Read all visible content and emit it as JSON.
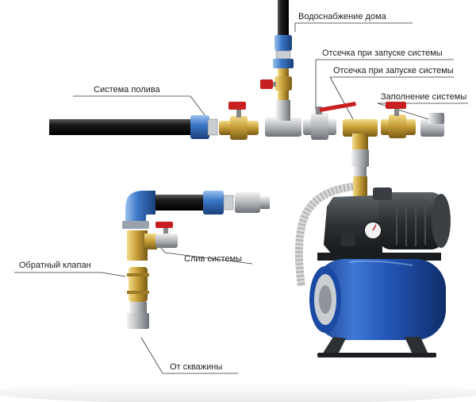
{
  "labels": {
    "house_water": "Водоснабжение дома",
    "shutoff_1": "Отсечка при запуске системы",
    "shutoff_2": "Отсечка при запуске системы",
    "filling": "Заполнение системы",
    "irrigation": "Система полива",
    "drain": "Слив системы",
    "check_valve": "Обратный клапан",
    "from_well": "От скважины"
  },
  "colors": {
    "pipe": "#1d1d1d",
    "coupling_blue": "#3c78c8",
    "brass": "#c9a13a",
    "chrome": "#b9bcc0",
    "valve_red": "#c82020",
    "tank_blue": "#1f4fa8",
    "pump_dark": "#2b2f33"
  }
}
